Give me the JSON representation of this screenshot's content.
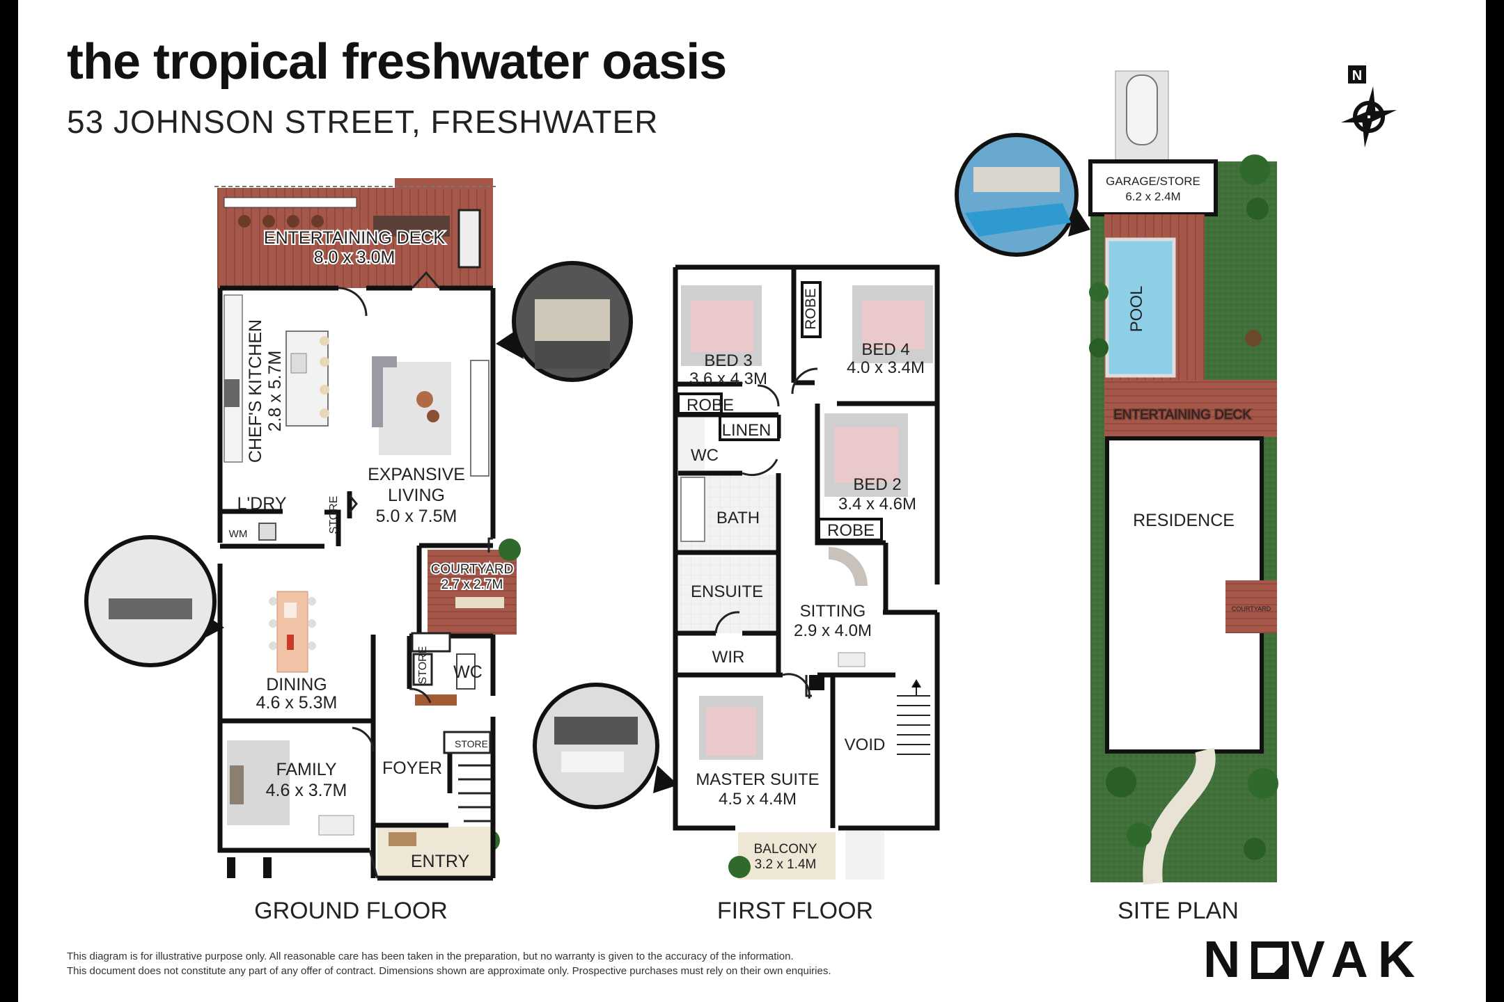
{
  "header": {
    "title": "the tropical freshwater oasis",
    "subtitle": "53 JOHNSON STREET, FRESHWATER"
  },
  "floors": {
    "ground": "GROUND FLOOR",
    "first": "FIRST FLOOR",
    "site": "SITE PLAN"
  },
  "ground_rooms": {
    "deck_name": "ENTERTAINING DECK",
    "deck_size": "8.0 x 3.0M",
    "kitchen_name": "CHEF'S KITCHEN",
    "kitchen_size": "2.8 x 5.7M",
    "living_name1": "EXPANSIVE",
    "living_name2": "LIVING",
    "living_size": "5.0 x 7.5M",
    "laundry": "L'DRY",
    "wm": "WM",
    "store": "STORE",
    "courtyard_name": "COURTYARD",
    "courtyard_size": "2.7 x 2.7M",
    "dining_name": "DINING",
    "dining_size": "4.6 x 5.3M",
    "wc": "WC",
    "family_name": "FAMILY",
    "family_size": "4.6 x 3.7M",
    "foyer": "FOYER",
    "entry": "ENTRY"
  },
  "first_rooms": {
    "bed3_name": "BED 3",
    "bed3_size": "3.6 x 4.3M",
    "bed4_name": "BED 4",
    "bed4_size": "4.0 x 3.4M",
    "robe": "ROBE",
    "linen": "LINEN",
    "wc": "WC",
    "bed2_name": "BED 2",
    "bed2_size": "3.4 x 4.6M",
    "bath": "BATH",
    "ensuite": "ENSUITE",
    "sitting_name": "SITTING",
    "sitting_size": "2.9 x 4.0M",
    "wir": "WIR",
    "void": "VOID",
    "master_name": "MASTER SUITE",
    "master_size": "4.5 x 4.4M",
    "balcony_name": "BALCONY",
    "balcony_size": "3.2 x 1.4M"
  },
  "site": {
    "garage_name": "GARAGE/STORE",
    "garage_size": "6.2 x 2.4M",
    "pool": "POOL",
    "deck": "ENTERTAINING DECK",
    "residence": "RESIDENCE",
    "courtyard": "COURTYARD"
  },
  "compass": {
    "north": "N"
  },
  "footer": {
    "line1": "This diagram is for illustrative purpose only. All reasonable care has been taken in the preparation, but no warranty is given to the accuracy of the information.",
    "line2": "This document does not constitute any part of any offer of contract. Dimensions shown are approximate only. Prospective purchases must rely on their own enquiries."
  },
  "brand": {
    "left": "N",
    "right": "VAK"
  },
  "colors": {
    "deck": "#a5574a",
    "lawn": "#3e6b34",
    "pool": "#8ecfe8",
    "wall": "#111111",
    "floor_label": "#999999"
  }
}
